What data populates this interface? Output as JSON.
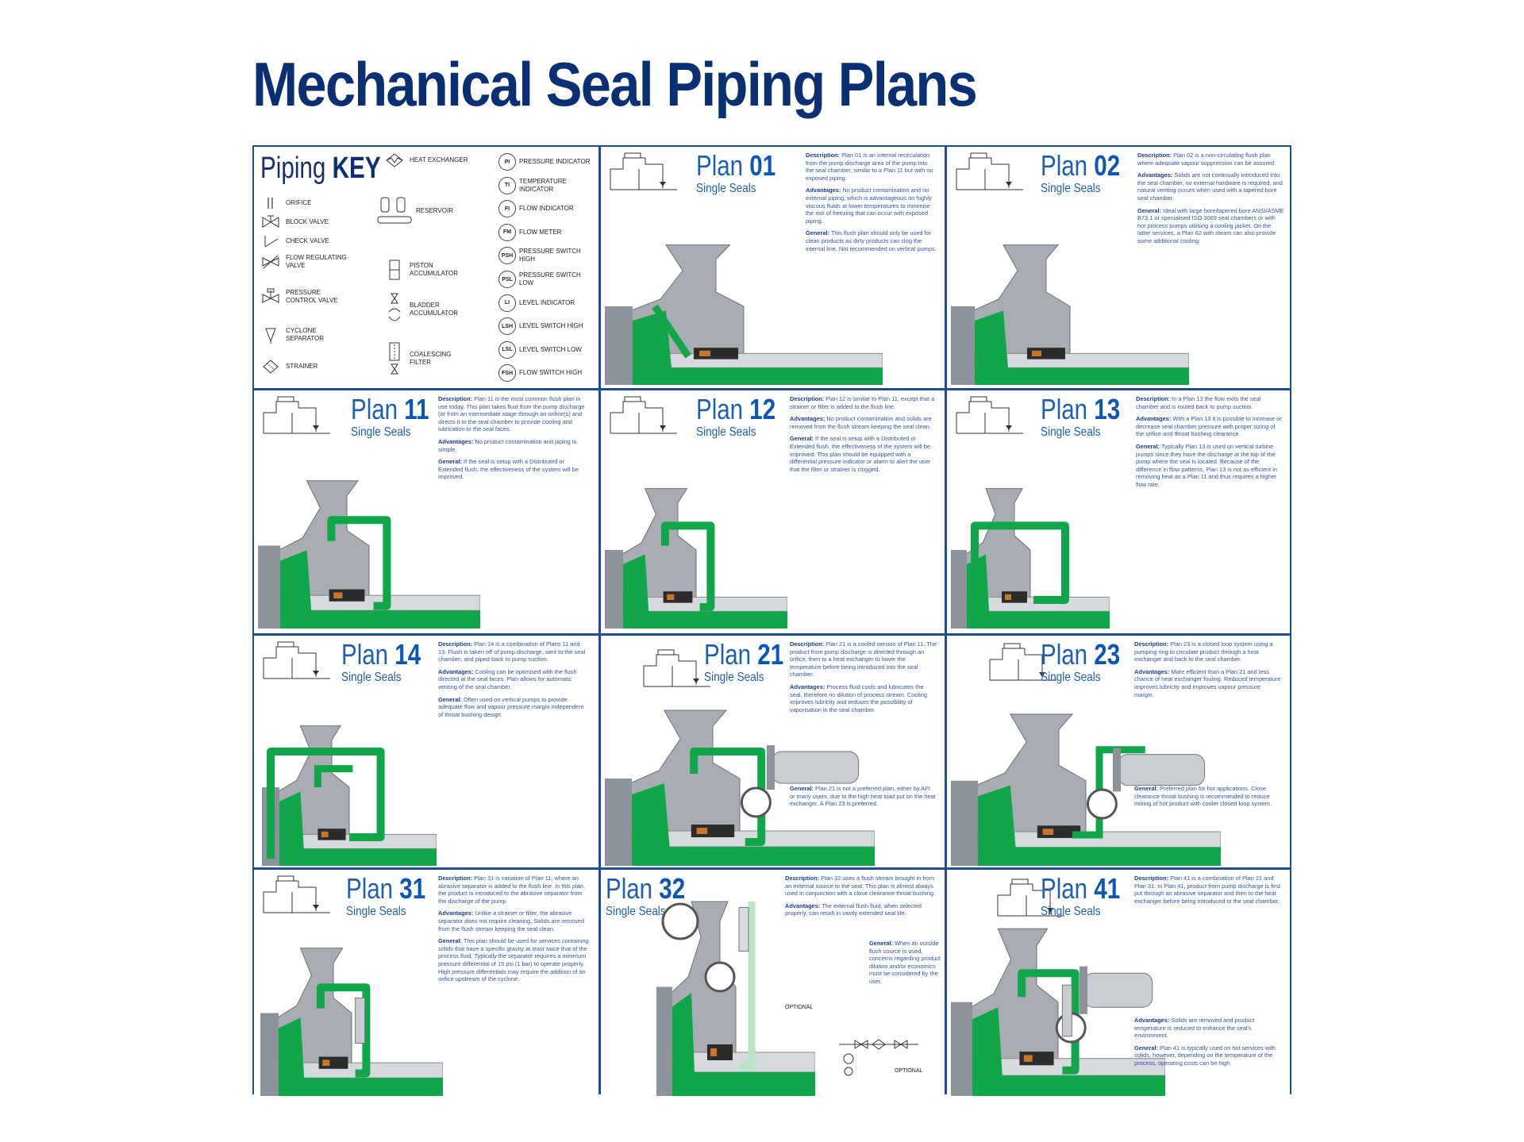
{
  "page_title": "Mechanical Seal Piping Plans",
  "key": {
    "title_light": "Piping ",
    "title_bold": "KEY",
    "col1": [
      {
        "label": "ORIFICE",
        "icon": "orifice-icon"
      },
      {
        "label": "BLOCK VALVE",
        "icon": "block-valve-icon"
      },
      {
        "label": "CHECK VALVE",
        "icon": "check-valve-icon"
      },
      {
        "label": "FLOW REGULATING VALVE",
        "icon": "flow-regulating-valve-icon"
      },
      {
        "label": "PRESSURE CONTROL VALVE",
        "icon": "pressure-control-valve-icon"
      },
      {
        "label": "CYCLONE SEPARATOR",
        "icon": "cyclone-separator-icon"
      },
      {
        "label": "STRAINER",
        "icon": "strainer-icon"
      }
    ],
    "col2": [
      {
        "label": "HEAT EXCHANGER",
        "icon": "heat-exchanger-icon"
      },
      {
        "label": "RESERVOIR",
        "icon": "reservoir-icon"
      },
      {
        "label": "PISTON ACCUMULATOR",
        "icon": "piston-accumulator-icon"
      },
      {
        "label": "BLADDER ACCUMULATOR",
        "icon": "bladder-accumulator-icon"
      },
      {
        "label": "COALESCING FILTER",
        "icon": "coalescing-filter-icon"
      }
    ],
    "col3": [
      {
        "abbr": "PI",
        "label": "PRESSURE INDICATOR"
      },
      {
        "abbr": "TI",
        "label": "TEMPERATURE INDICATOR"
      },
      {
        "abbr": "FI",
        "label": "FLOW INDICATOR"
      },
      {
        "abbr": "FM",
        "label": "FLOW METER"
      },
      {
        "abbr": "PSH",
        "label": "PRESSURE SWITCH HIGH"
      },
      {
        "abbr": "PSL",
        "label": "PRESSURE SWITCH LOW"
      },
      {
        "abbr": "LI",
        "label": "LEVEL INDICATOR"
      },
      {
        "abbr": "LSH",
        "label": "LEVEL SWITCH HIGH"
      },
      {
        "abbr": "LSL",
        "label": "LEVEL SWITCH LOW"
      },
      {
        "abbr": "FSH",
        "label": "FLOW SWITCH HIGH"
      }
    ]
  },
  "plans": [
    {
      "id": "01",
      "word": "Plan ",
      "number": "01",
      "subtitle": "Single Seals",
      "paragraphs": [
        {
          "lead": "Description:",
          "text": " Plan 01 is an internal recirculation from the pump discharge area of the pump into the seal chamber, similar to a Plan 11 but with no exposed piping."
        },
        {
          "lead": "Advantages:",
          "text": " No product contamination and no external piping, which is advantageous on highly viscous fluids at lower temperatures to minimise the risk of freezing that can occur with exposed piping."
        },
        {
          "lead": "General:",
          "text": " This flush plan should only be used for clean products as dirty products can clog the internal line. Not recommended on vertical pumps."
        }
      ]
    },
    {
      "id": "02",
      "word": "Plan ",
      "number": "02",
      "subtitle": "Single Seals",
      "paragraphs": [
        {
          "lead": "Description:",
          "text": " Plan 02 is a non-circulating flush plan where adequate vapour suppression can be assured."
        },
        {
          "lead": "Advantages:",
          "text": " Solids are not continually introduced into the seal chamber, no external hardware is required, and natural venting occurs when used with a tapered bore seal chamber."
        },
        {
          "lead": "General:",
          "text": " Ideal with large bore/tapered bore ANSI/ASME B73.1 or specialised ISO 3069 seal chambers or with hot process pumps utilising a cooling jacket. On the latter services, a Plan 62 with steam can also provide some additional cooling."
        }
      ]
    },
    {
      "id": "11",
      "word": "Plan ",
      "number": "11",
      "subtitle": "Single Seals",
      "paragraphs": [
        {
          "lead": "Description:",
          "text": " Plan 11 is the most common flush plan in use today. This plan takes fluid from the pump discharge (or from an intermediate stage through an orifice(s) and directs it to the seal chamber to provide cooling and lubrication to the seal faces."
        },
        {
          "lead": "Advantages:",
          "text": " No product contamination and piping is simple."
        },
        {
          "lead": "General:",
          "text": " If the seal is setup with a Distributed or Extended flush, the effectiveness of the system will be improved."
        }
      ]
    },
    {
      "id": "12",
      "word": "Plan ",
      "number": "12",
      "subtitle": "Single Seals",
      "paragraphs": [
        {
          "lead": "Description:",
          "text": " Plan 12 is similar to Plan 11, except that a strainer or filter is added to the flush line."
        },
        {
          "lead": "Advantages:",
          "text": " No product contamination and solids are removed from the flush stream keeping the seal clean."
        },
        {
          "lead": "General:",
          "text": " If the seal is setup with a Distributed or Extended flush, the effectiveness of the system will be improved. This plan should be equipped with a differential pressure indicator or alarm to alert the user that the filter or strainer is clogged."
        }
      ]
    },
    {
      "id": "13",
      "word": "Plan ",
      "number": "13",
      "subtitle": "Single Seals",
      "paragraphs": [
        {
          "lead": "Description:",
          "text": " In a Plan 13 the flow exits the seal chamber and is routed back to pump suction."
        },
        {
          "lead": "Advantages:",
          "text": " With a Plan 13 it is possible to increase or decrease seal chamber pressure with proper sizing of the orifice and throat bushing clearance."
        },
        {
          "lead": "General:",
          "text": " Typically Plan 13 is used on vertical turbine pumps since they have the discharge at the top of the pump where the seal is located. Because of the difference in flow patterns, Plan 13 is not as efficient in removing heat as a Plan 11 and thus requires a higher flow rate."
        }
      ]
    },
    {
      "id": "14",
      "word": "Plan ",
      "number": "14",
      "subtitle": "Single Seals",
      "paragraphs": [
        {
          "lead": "Description:",
          "text": " Plan 14 is a combination of Plans 11 and 13. Flush is taken off of pump discharge, sent to the seal chamber, and piped back to pump suction."
        },
        {
          "lead": "Advantages:",
          "text": " Cooling can be optimised with the flush directed at the seal faces. Plan allows for automatic venting of the seal chamber."
        },
        {
          "lead": "General:",
          "text": " Often used on vertical pumps to provide adequate flow and vapour pressure margin independent of throat bushing design."
        }
      ]
    },
    {
      "id": "21",
      "word": "Plan ",
      "number": "21",
      "subtitle": "Single Seals",
      "paragraphs": [
        {
          "lead": "Description:",
          "text": " Plan 21 is a cooled version of Plan 11. The product from pump discharge is directed through an orifice, then to a heat exchanger to lower the temperature before being introduced into the seal chamber."
        },
        {
          "lead": "Advantages:",
          "text": " Process fluid cools and lubricates the seal, therefore no dilution of process stream. Cooling improves lubricity and reduces the possibility of vaporisation in the seal chamber."
        }
      ],
      "general": {
        "lead": "General:",
        "text": " Plan 21 is not a preferred plan, either by API or many users, due to the high heat load put on the heat exchanger. A Plan 23 is preferred."
      }
    },
    {
      "id": "23",
      "word": "Plan ",
      "number": "23",
      "subtitle": "Single Seals",
      "paragraphs": [
        {
          "lead": "Description:",
          "text": " Plan 23 is a closed loop system using a pumping ring to circulate product through a heat exchanger and back to the seal chamber."
        },
        {
          "lead": "Advantages:",
          "text": " More efficient than a Plan 21 and less chance of heat exchanger fouling. Reduced temperature improves lubricity and improves vapour pressure margin."
        }
      ],
      "general": {
        "lead": "General:",
        "text": " Preferred plan for hot applications. Close clearance throat bushing is recommended to reduce mixing of hot product with cooler closed loop system."
      }
    },
    {
      "id": "31",
      "word": "Plan ",
      "number": "31",
      "subtitle": "Single Seals",
      "paragraphs": [
        {
          "lead": "Description:",
          "text": " Plan 31 is variation of Plan 11, where an abrasive separator is added to the flush line. In this plan, the product is introduced to the abrasive separator from the discharge of the pump."
        },
        {
          "lead": "Advantages:",
          "text": " Unlike a strainer or filter, the abrasive separator does not require cleaning. Solids are removed from the flush stream keeping the seal clean."
        },
        {
          "lead": "General:",
          "text": " This plan should be used for services containing solids that have a specific gravity at least twice that of the process fluid. Typically the separator requires a minimum pressure differential of 15 psi (1 bar) to operate properly. High pressure differentials may require the addition of an orifice upstream of the cyclone."
        }
      ]
    },
    {
      "id": "32",
      "word": "Plan ",
      "number": "32",
      "subtitle": "Single Seals",
      "paragraphs": [
        {
          "lead": "Description:",
          "text": " Plan 32 uses a flush stream brought in from an external source to the seal. This plan is almost always used in conjunction with a close clearance throat bushing."
        },
        {
          "lead": "Advantages:",
          "text": " The external flush fluid, when selected properly, can result in vastly extended seal life."
        }
      ],
      "general": {
        "lead": "General:",
        "text": " When an outside flush source is used, concerns regarding product dilution and/or economics must be considered by the user."
      },
      "optional_1": "OPTIONAL",
      "optional_2": "OPTIONAL"
    },
    {
      "id": "41",
      "word": "Plan ",
      "number": "41",
      "subtitle": "Single Seals",
      "paragraphs": [
        {
          "lead": "Description:",
          "text": " Plan 41 is a combination of Plan 21 and Plan 31. In Plan 41, product from pump discharge is first put through an abrasive separator and then to the heat exchanger before being introduced to the seal chamber."
        }
      ],
      "general": [
        {
          "lead": "Advantages:",
          "text": " Solids are removed and product temperature is reduced to enhance the seal's environment."
        },
        {
          "lead": "General:",
          "text": " Plan 41 is typically used on hot services with solids, however, depending on the temperature of the process, operating costs can be high."
        }
      ]
    }
  ],
  "colors": {
    "title": "#0a2f73",
    "plan_blue": "#1e5fb0",
    "desc_blue": "#3553a3",
    "flush_green": "#12a64a",
    "casing_gray": "#a9adb3",
    "border": "#1f4d96"
  }
}
